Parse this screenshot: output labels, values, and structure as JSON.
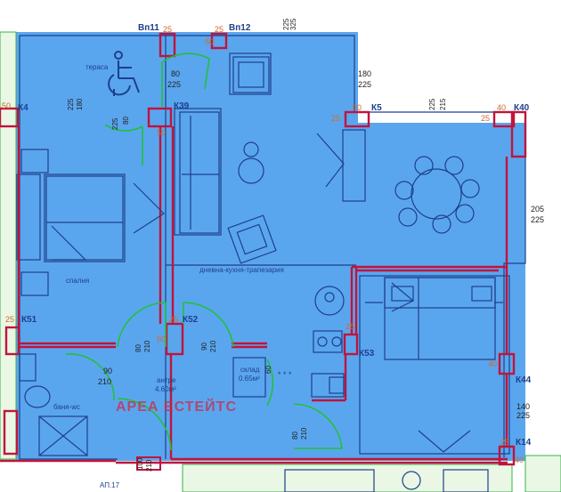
{
  "plan": {
    "colors": {
      "room_fill": "#5aa6ee",
      "room_fill_dark": "#4f97e0",
      "wall": "#c0143c",
      "outline": "#1e3f8c",
      "dimension": "#222222",
      "dimension_orange": "#d2692a",
      "door": "#22c03a",
      "furniture": "#1e3f8c",
      "watermark": "#cc2a4a",
      "neighbor_fill": "#e9f7e4",
      "neighbor_line": "#38b048"
    },
    "columns": {
      "bn11": "Вп11",
      "bn12": "Вп12",
      "k4": "К4",
      "k39": "К39",
      "k5": "К5",
      "k40": "К40",
      "k51": "К51",
      "k52": "К52",
      "k53": "К53",
      "k44": "К44",
      "k14": "К14"
    },
    "rooms": {
      "terrace": "тераса",
      "bedroom_left": "спалня",
      "living": "дневна-кухня-трапезария",
      "entrance": "антре",
      "entrance_area": "4.60м²",
      "storage": "склад",
      "storage_area": "0.65м²",
      "bathroom": "баня-wc",
      "stair_ref": "АП.17",
      "stars": "* * *"
    },
    "watermark": "АРЕА ЕСТЕЙТС",
    "dimensions": {
      "d25a": "25",
      "d25b": "25",
      "d50a": "50",
      "d50b": "50",
      "d50c": "50",
      "d50d": "50",
      "d25c": "25",
      "d25d": "25",
      "d25e": "25",
      "d25f": "25",
      "d40a": "40",
      "d40b": "40",
      "d40c": "40",
      "d25g": "25",
      "d25h": "25",
      "w_top_225": "225",
      "w_top_325": "325",
      "win_180": "180",
      "win_225": "225",
      "door_terrace_80": "80",
      "door_terrace_225": "225",
      "k4_225": "225",
      "k4_180": "180",
      "k39_225": "225",
      "k39_80": "80",
      "k5_225": "225",
      "k5_215": "215",
      "k40_205": "205",
      "k40_225": "225",
      "k44_140": "140",
      "k44_225": "225",
      "d_ent_90": "90",
      "d_ent_210": "210",
      "d_k52_80": "80",
      "d_k52_210": "210",
      "d_k52b_90": "90",
      "d_k52b_210": "210",
      "d_stor_60": "60",
      "d_stor_210": "210",
      "d_bed_80": "80",
      "d_bed_210": "210",
      "d_bot_100": "100",
      "d_bot_210": "210",
      "d_bath_60": "60"
    }
  }
}
